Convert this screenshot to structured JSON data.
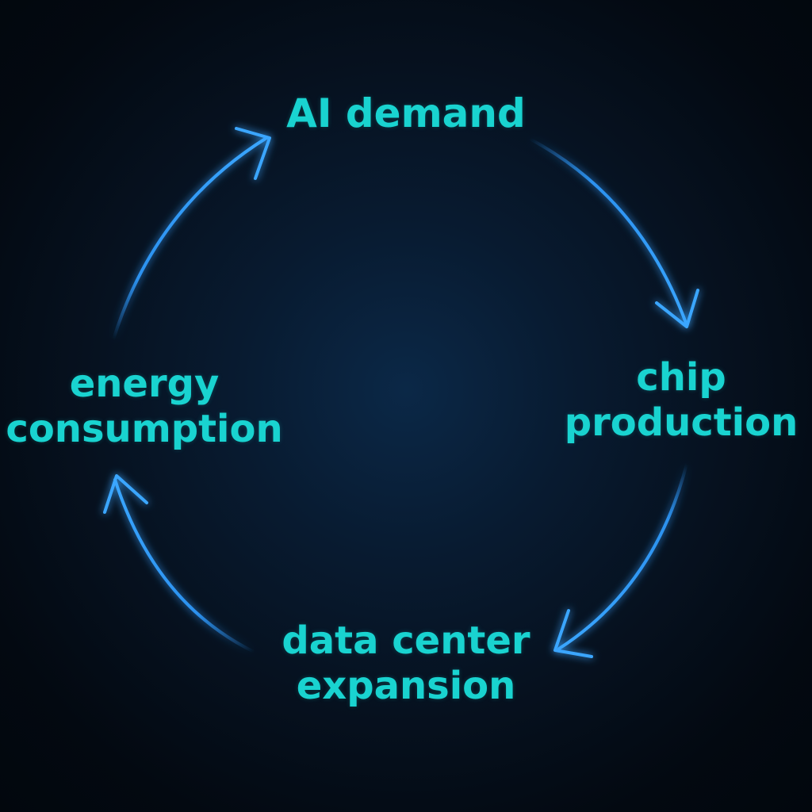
{
  "diagram": {
    "type": "cycle",
    "direction": "clockwise",
    "colors": {
      "background": "#06121f",
      "label": "#19d3d0",
      "arrow": "#2f9bff"
    },
    "nodes": {
      "top": {
        "line1": "AI demand"
      },
      "right": {
        "line1": "chip",
        "line2": "production"
      },
      "bottom": {
        "line1": "data center",
        "line2": "expansion"
      },
      "left": {
        "line1": "energy",
        "line2": "consumption"
      }
    },
    "edges": [
      {
        "from": "AI demand",
        "to": "chip production"
      },
      {
        "from": "chip production",
        "to": "data center expansion"
      },
      {
        "from": "data center expansion",
        "to": "energy consumption"
      },
      {
        "from": "energy consumption",
        "to": "AI demand"
      }
    ]
  }
}
